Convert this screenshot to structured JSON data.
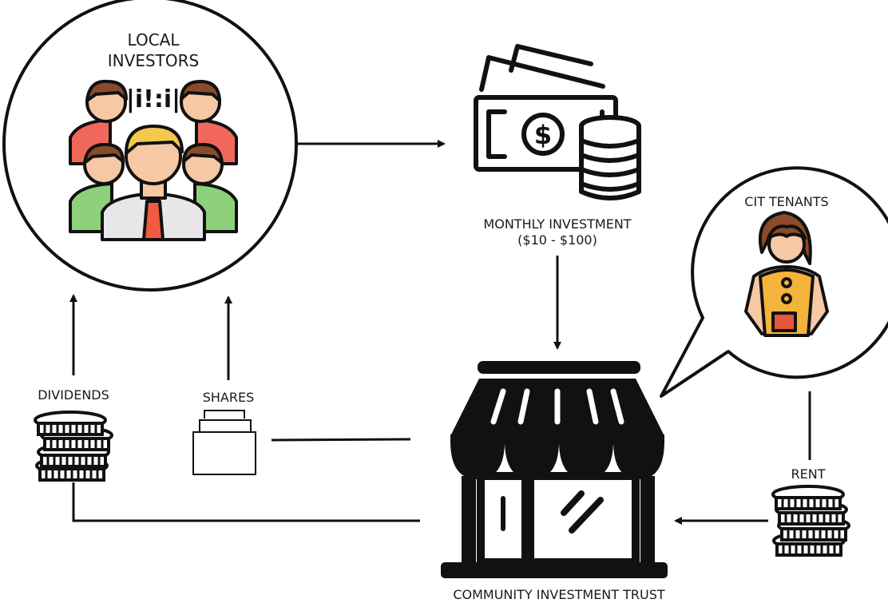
{
  "labels": {
    "local_investors_line1": "LOCAL",
    "local_investors_line2": "INVESTORS",
    "monthly_investment": "MONTHLY INVESTMENT",
    "monthly_range": "($10 - $100)",
    "cit_tenants": "CIT TENANTS",
    "dividends": "DIVIDENDS",
    "shares": "SHARES",
    "rent": "RENT",
    "community_investment_trust": "COMMUNITY INVESTMENT TRUST"
  },
  "icons": {
    "investors": "people-group-icon",
    "money": "cash-and-coins-icon",
    "tenant": "shopkeeper-woman-icon",
    "storefront": "storefront-icon",
    "dividend_coins": "coin-stack-icon",
    "shares_folder": "folder-icon",
    "rent_coins": "coin-stack-icon"
  },
  "colors": {
    "line": "#111111",
    "skin": "#f6c8a3",
    "hair_brown": "#8a4b2b",
    "hair_blond": "#f3c84c",
    "shirt_red": "#f1675a",
    "shirt_green": "#8dd27b",
    "shirt_white": "#e7e7ea",
    "tie": "#f05a42",
    "apron": "#f4b43b",
    "cup": "#e3563d"
  }
}
